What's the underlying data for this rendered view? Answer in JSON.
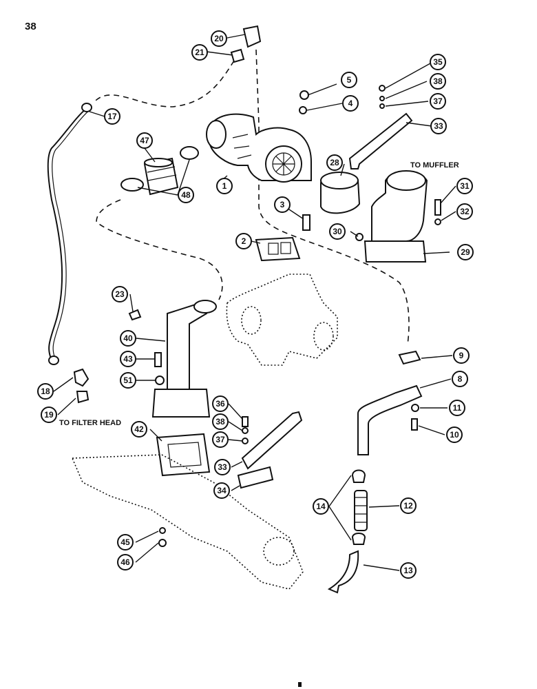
{
  "page_number": "38",
  "labels": {
    "to_muffler": "TO MUFFLER",
    "to_filter_head": "TO FILTER HEAD"
  },
  "callouts": [
    "1",
    "2",
    "3",
    "4",
    "5",
    "8",
    "9",
    "10",
    "11",
    "12",
    "13",
    "14",
    "17",
    "18",
    "19",
    "20",
    "21",
    "23",
    "28",
    "29",
    "30",
    "31",
    "32",
    "33",
    "33",
    "34",
    "35",
    "36",
    "37",
    "37",
    "38",
    "38",
    "40",
    "42",
    "43",
    "45",
    "46",
    "47",
    "48",
    "51"
  ]
}
